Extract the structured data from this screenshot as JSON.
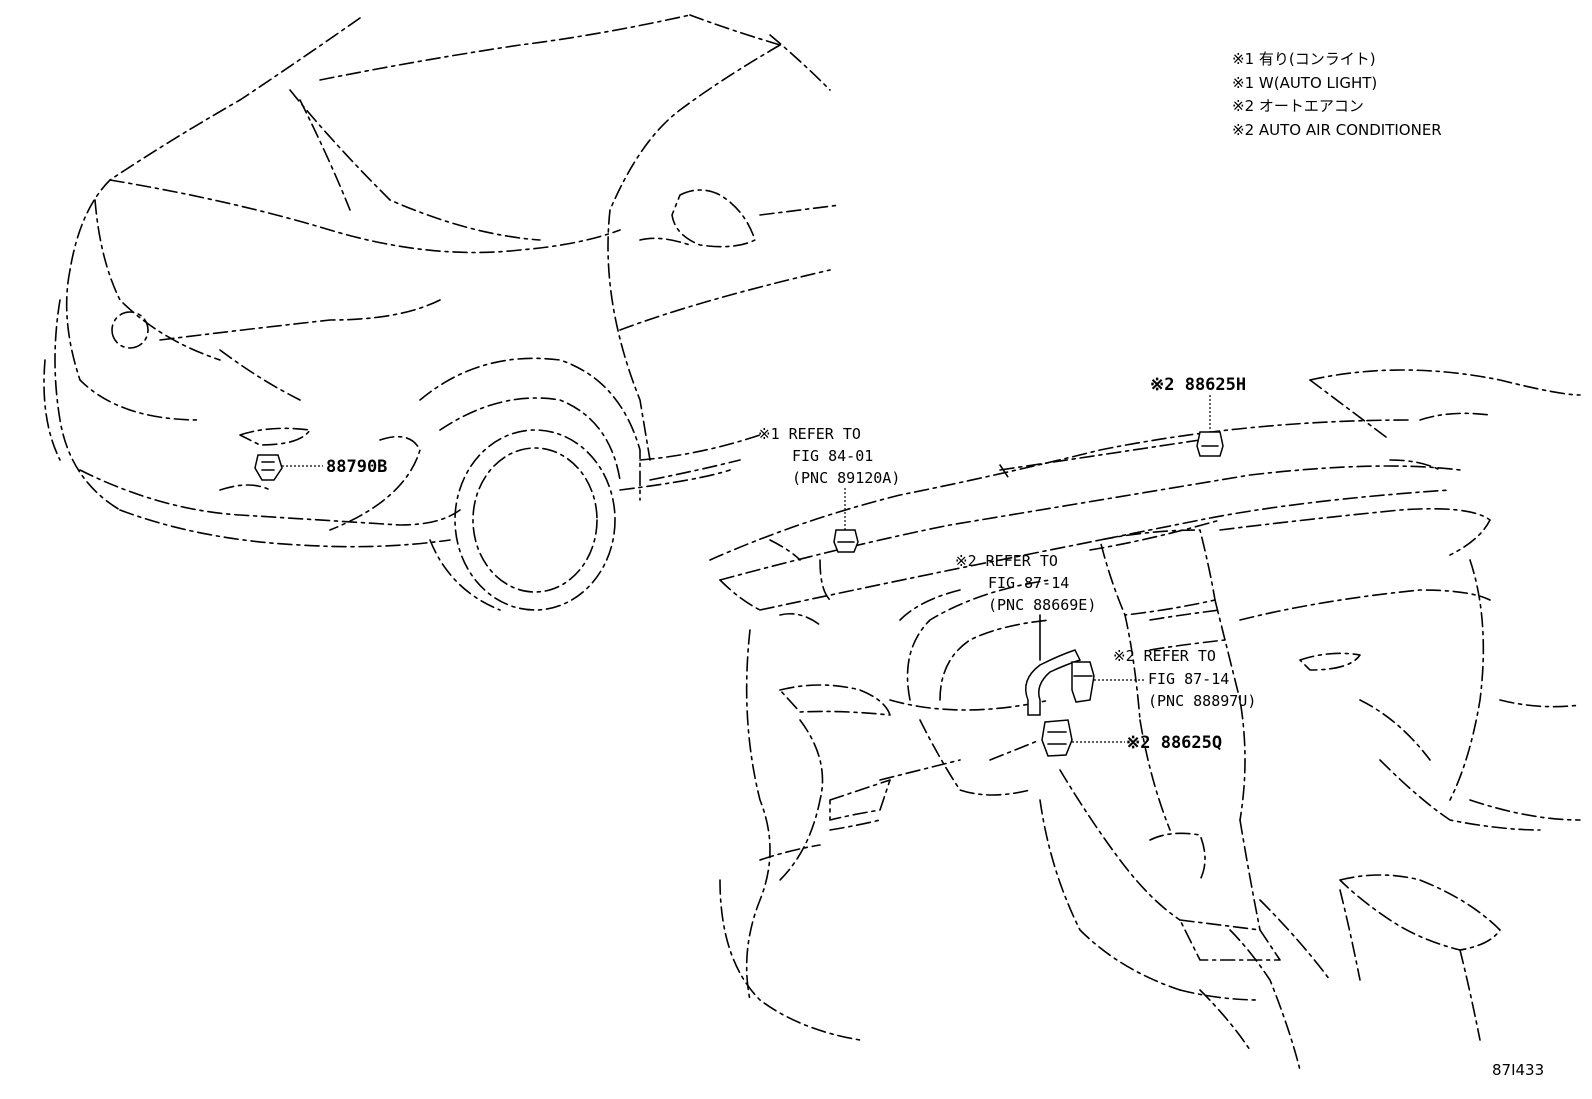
{
  "legend": [
    "※1 有り(コンライト)",
    "※1 W(AUTO LIGHT)",
    "※2 オートエアコン",
    "※2 AUTO AIR CONDITIONER"
  ],
  "parts": {
    "p88790B": "88790B",
    "p88625H": "※2 88625H",
    "p88625Q": "※2 88625Q"
  },
  "refs": {
    "r1": [
      "※1 REFER TO",
      "FIG 84-01",
      "(PNC 89120A)"
    ],
    "r2": [
      "※2 REFER TO",
      "FIG 87-14",
      "(PNC 88669E)"
    ],
    "r3": [
      "※2 REFER TO",
      "FIG 87-14",
      "(PNC 88897U)"
    ]
  },
  "figure_code": "87I433"
}
